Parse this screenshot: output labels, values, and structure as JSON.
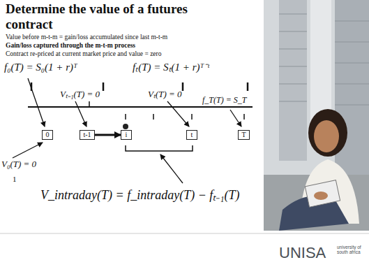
{
  "diagram": {
    "title": "Determine the value of a futures contract",
    "nodes": [
      {
        "text": [
          "0"
        ]
      },
      {
        "text": [
          "t-1"
        ]
      },
      {
        "text": [
          "i"
        ]
      },
      {
        "text": [
          "t"
        ]
      },
      {
        "text": [
          "T"
        ]
      }
    ],
    "edges": [
      {
        "from": 1,
        "to": 2,
        "arrow": "to"
      }
    ],
    "labels": [
      "Value before m-t-m = gain/loss accumulated since last m-t-m",
      "Gain/loss captured through the m-t-m process",
      "Contract re-priced at current market price and value = zero",
      "f₀(T) = S₀(1 + r)ᵀ",
      "fₜ(T) = Sₜ(1 + r)ᵀ⁻ᵗ",
      "Vₜ₋₁(T) = 0",
      "Vₜ(T) = 0",
      "f_T(T) = S_T",
      "V₀(T) = 0",
      "1",
      "V_intraday(T) = f_intraday(T) − fₜ₋₁(T)",
      "UNISA",
      "university of south africa"
    ]
  }
}
